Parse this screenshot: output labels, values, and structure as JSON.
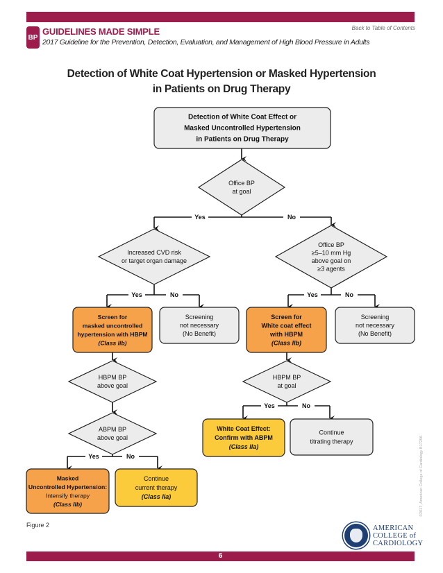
{
  "header": {
    "badge": "BP",
    "title": "GUIDELINES MADE SIMPLE",
    "subtitle": "2017 Guideline for the Prevention, Detection, Evaluation, and Management of High Blood Pressure in Adults",
    "back_link": "Back to Table of Contents"
  },
  "main_title": {
    "line1": "Detection of White Coat Hypertension or Masked Hypertension",
    "line2": "in Patients on Drug Therapy"
  },
  "colors": {
    "brand": "#9c1c4c",
    "orange": "#f6a24a",
    "yellow": "#fccb3b",
    "gray": "#ececec"
  },
  "flow": {
    "start": [
      "Detection of White Coat Effect or",
      "Masked Uncontrolled Hypertension",
      "in Patients on Drug Therapy"
    ],
    "d_office": [
      "Office BP",
      "at goal"
    ],
    "d_cvd": [
      "Increased CVD risk",
      "or target organ damage"
    ],
    "d_office2": [
      "Office BP",
      "≥5–10 mm Hg",
      "above goal on",
      "≥3 agents"
    ],
    "screen_masked": [
      "Screen for",
      "masked uncontrolled",
      "hypertension with HBPM",
      "(Class IIb)"
    ],
    "screen_nn_left": [
      "Screening",
      "not necessary",
      "(No Benefit)"
    ],
    "screen_wc": [
      "Screen for",
      "White coat effect",
      "with HBPM",
      "(Class IIb)"
    ],
    "screen_nn_right": [
      "Screening",
      "not necessary",
      "(No Benefit)"
    ],
    "d_hbpm_above": [
      "HBPM BP",
      "above goal"
    ],
    "d_abpm_above": [
      "ABPM BP",
      "above goal"
    ],
    "d_hbpm_goal": [
      "HBPM BP",
      "at goal"
    ],
    "masked": [
      "Masked",
      "Uncontrolled Hypertension:",
      "Intensify therapy",
      "(Class IIb)"
    ],
    "continue_current": [
      "Continue",
      "current therapy",
      "(Class IIa)"
    ],
    "wce": [
      "White Coat Effect:",
      "Confirm with ABPM",
      "(Class IIa)"
    ],
    "continue_titrating": [
      "Continue",
      "titrating therapy"
    ],
    "yes": "Yes",
    "no": "No"
  },
  "footer": {
    "figure": "Figure 2",
    "page": "6",
    "copyright": "©2017, American College of Cardiology B17256",
    "logo": [
      "AMERICAN",
      "COLLEGE of",
      "CARDIOLOGY"
    ]
  }
}
